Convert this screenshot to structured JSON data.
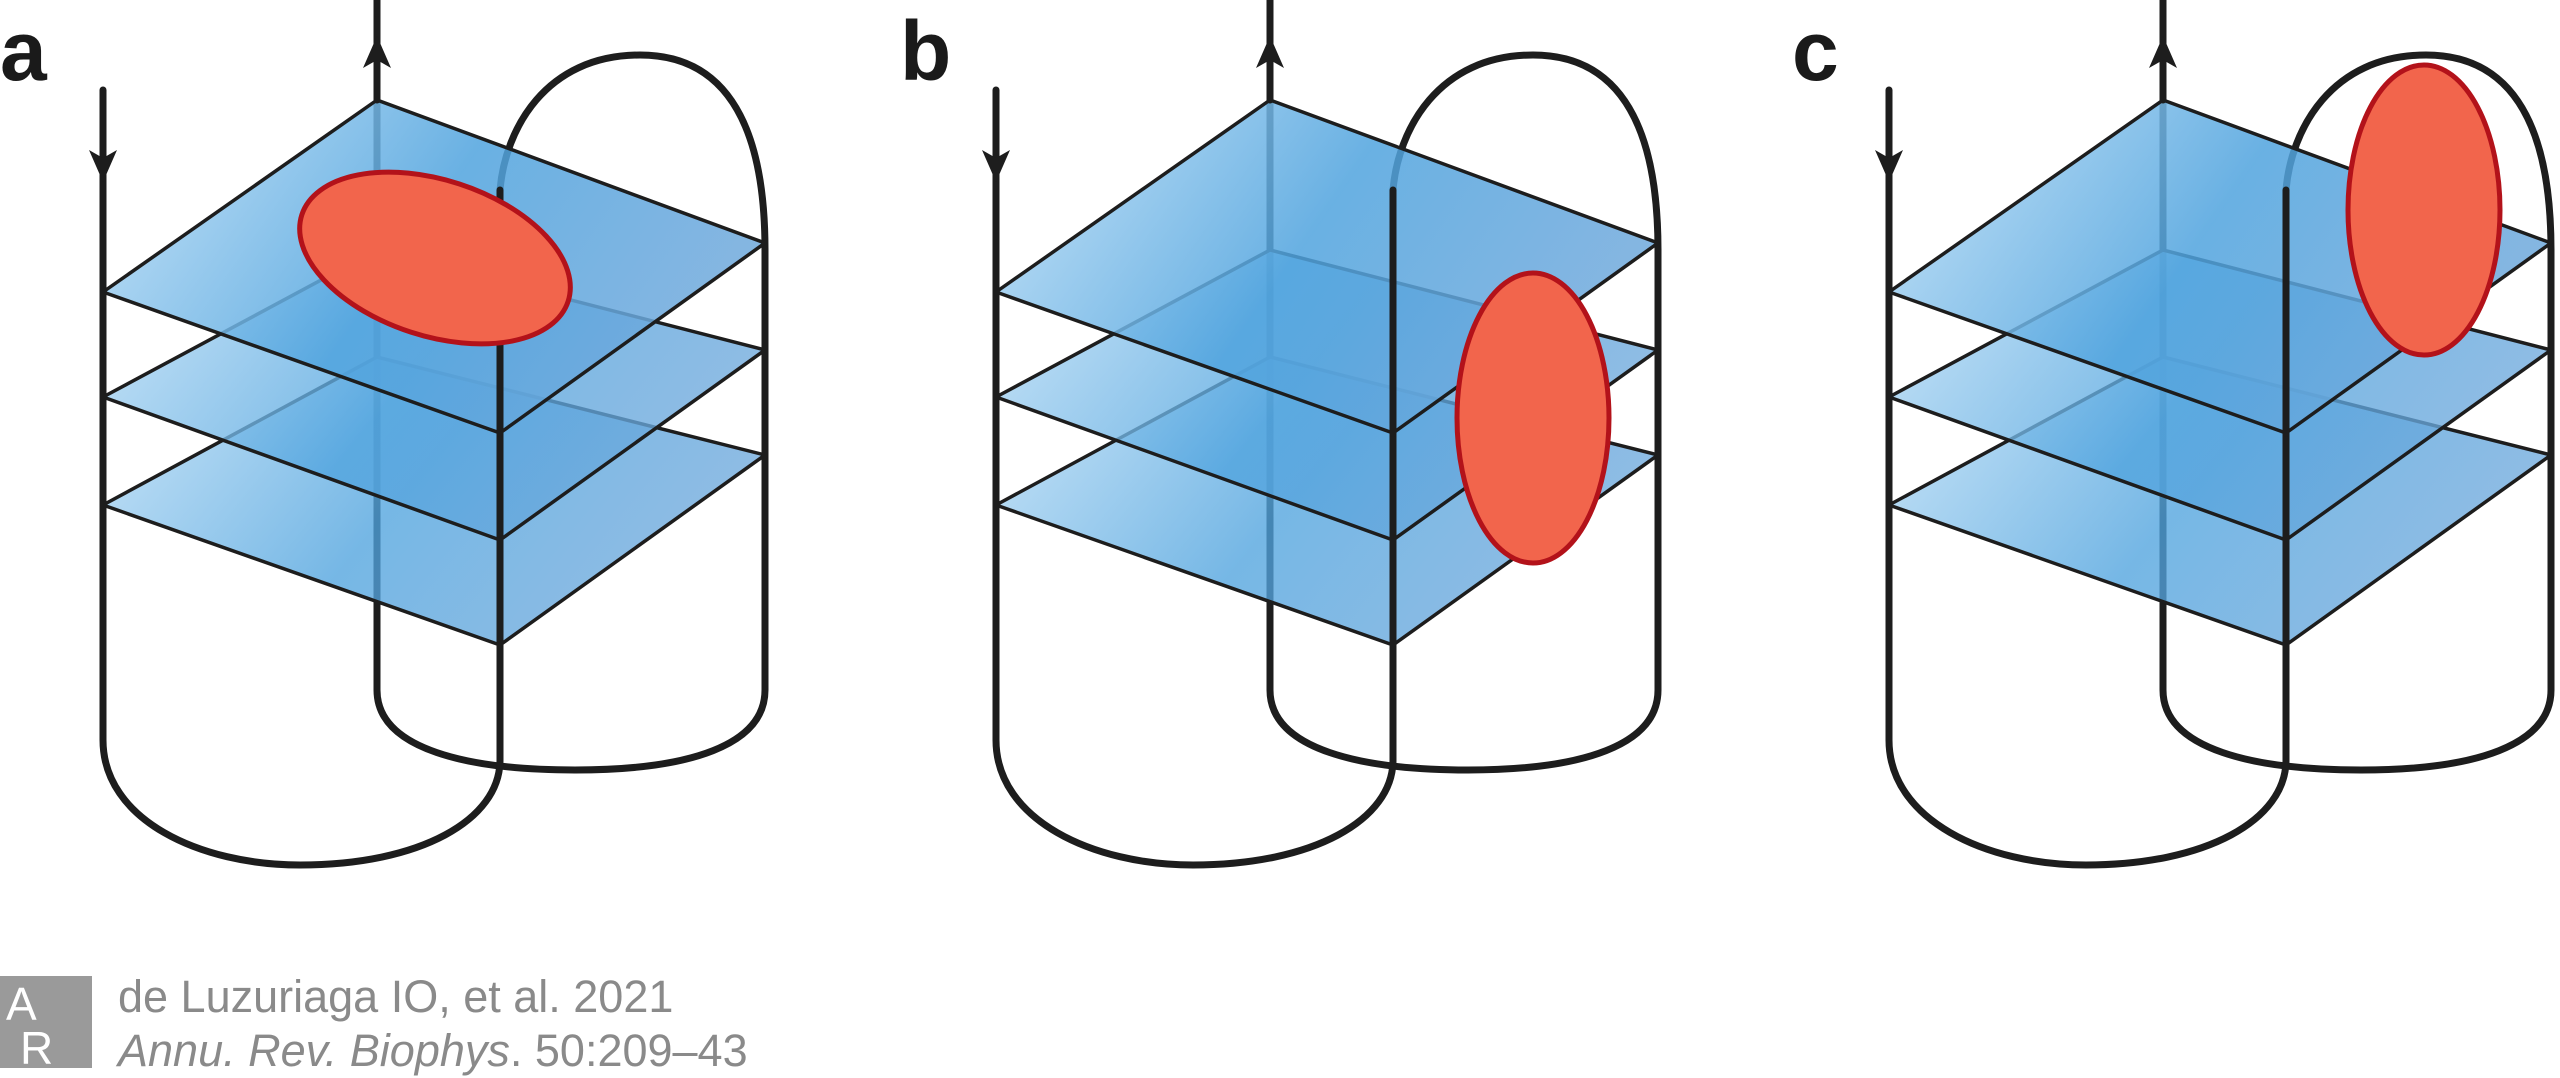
{
  "panels": [
    {
      "label": "a",
      "ellipse_orientation": "horizontal"
    },
    {
      "label": "b",
      "ellipse_orientation": "vertical"
    },
    {
      "label": "c",
      "ellipse_orientation": "vertical"
    }
  ],
  "colors": {
    "sheet_light": "#b9dcf5",
    "sheet_dark": "#4a9fdc",
    "ellipse_fill": "#f2654c",
    "ellipse_stroke": "#b3121a",
    "wire": "#1d1d1d",
    "credit_text": "#8a8a8a",
    "logo_bg": "#9a9a9a"
  },
  "credit": {
    "citation": "de Luzuriaga IO, et al. 2021",
    "journal": "Annu. Rev. Biophys",
    "volume_pages": ". 50:209–43"
  },
  "logo": {
    "icon": "annual-reviews-logo"
  }
}
